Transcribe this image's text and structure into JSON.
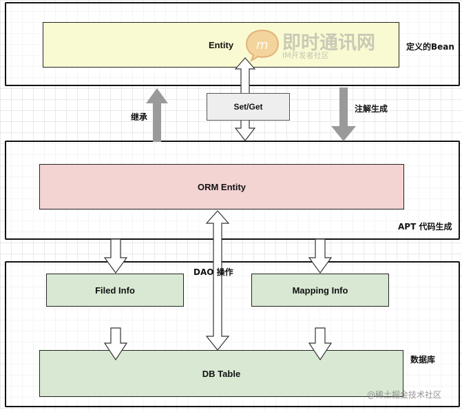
{
  "layers": {
    "bean": {
      "label": "定义的Bean"
    },
    "apt": {
      "label": "APT 代码生成"
    },
    "database": {
      "label": "数据库"
    }
  },
  "boxes": {
    "entity": {
      "label": "Entity",
      "fill": "#fafad2"
    },
    "orm_entity": {
      "label": "ORM Entity",
      "fill": "#f4d3d3"
    },
    "filed_info": {
      "label": "Filed Info",
      "fill": "#d8e8d3"
    },
    "mapping_info": {
      "label": "Mapping Info",
      "fill": "#d8e8d3"
    },
    "db_table": {
      "label": "DB Table",
      "fill": "#d8e8d3"
    }
  },
  "connectors": {
    "set_get": {
      "label": "Set/Get"
    },
    "inherit": {
      "label": "继承"
    },
    "annotation_gen": {
      "label": "注解生成"
    },
    "dao_ops": {
      "label": "DAO 操作"
    }
  },
  "watermarks": {
    "logo_text": "即时通讯网",
    "logo_sub": "IM开发者社区",
    "footer": "@稀土掘金技术社区"
  }
}
